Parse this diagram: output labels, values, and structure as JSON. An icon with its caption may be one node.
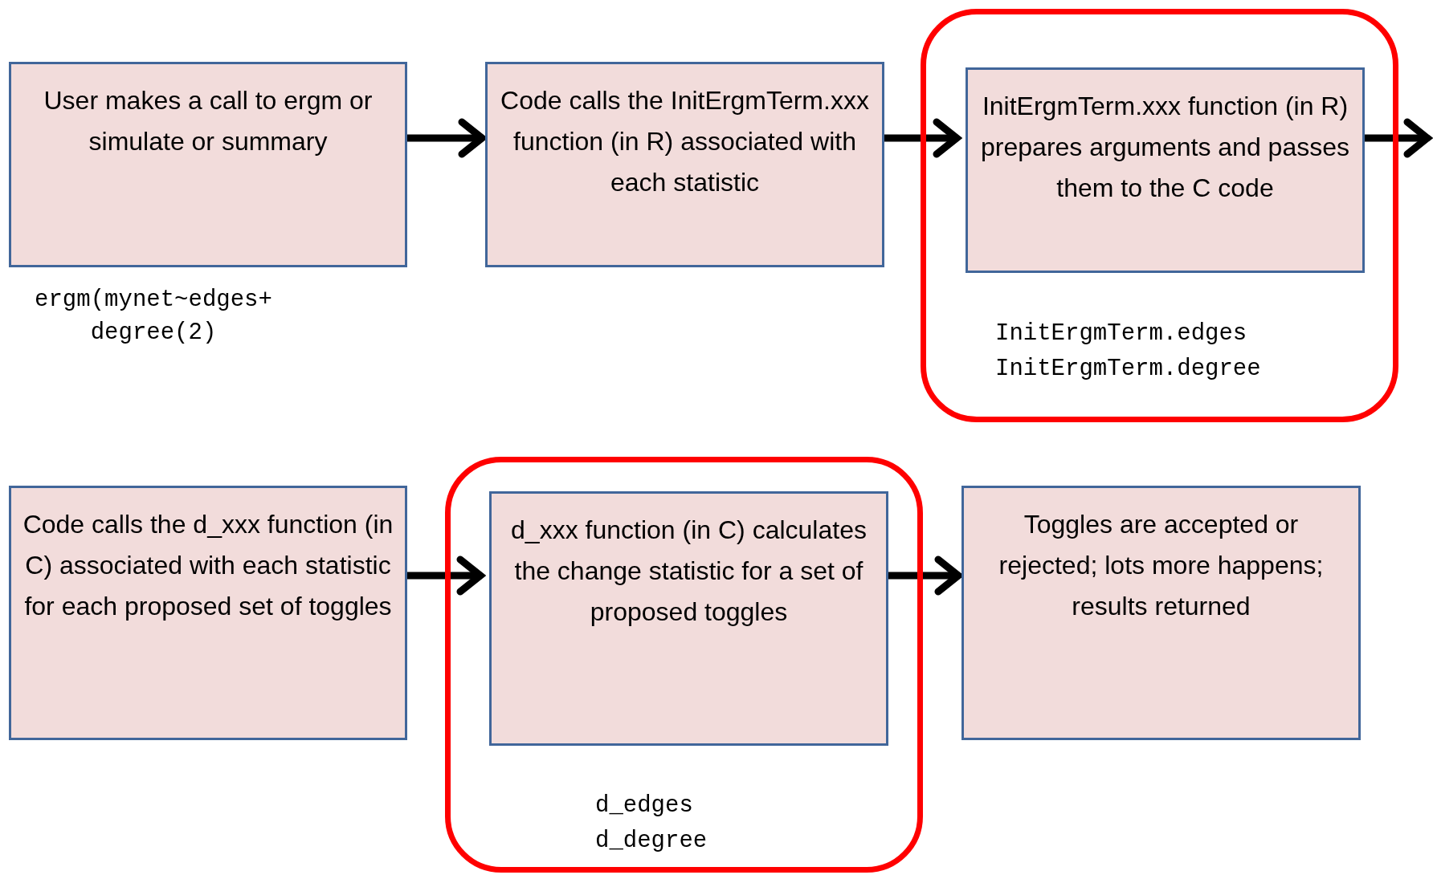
{
  "diagram": {
    "nodes": [
      {
        "text": [
          "User makes a call to ergm or simulate or summary"
        ],
        "beside": [
          "ergm(mynet~edges+ degree(2)"
        ]
      },
      {
        "text": [
          "Code calls the InitErgmTerm.xxx function (in R) associated with each statistic"
        ]
      },
      {
        "text": [
          "InitErgmTerm.edges",
          "InitErgmTerm.degree"
        ]
      },
      {
        "text": [
          "InitErgmTerm.xxx function (in R) prepares arguments and passes them to the C code"
        ],
        "in": 2
      },
      {
        "text": [
          "Code calls the d_xxx function (in C) associated with each statistic for each proposed set of toggles"
        ]
      },
      {
        "text": [
          "d_edges",
          "d_degree"
        ]
      },
      {
        "text": [
          "d_xxx function (in C) calculates the change statistic for a set of proposed toggles"
        ],
        "in": 5
      },
      {
        "text": [
          "Toggles are accepted or rejected; lots more happens; results returned"
        ]
      }
    ],
    "edges": [
      {
        "from": 0,
        "to": 1,
        "arrow": "to"
      },
      {
        "from": 1,
        "to": 3,
        "arrow": "to"
      },
      {
        "from": 3,
        "to": null,
        "arrow": "to"
      },
      {
        "from": 4,
        "to": 6,
        "arrow": "to"
      },
      {
        "from": 6,
        "to": 7,
        "arrow": "to"
      }
    ]
  }
}
